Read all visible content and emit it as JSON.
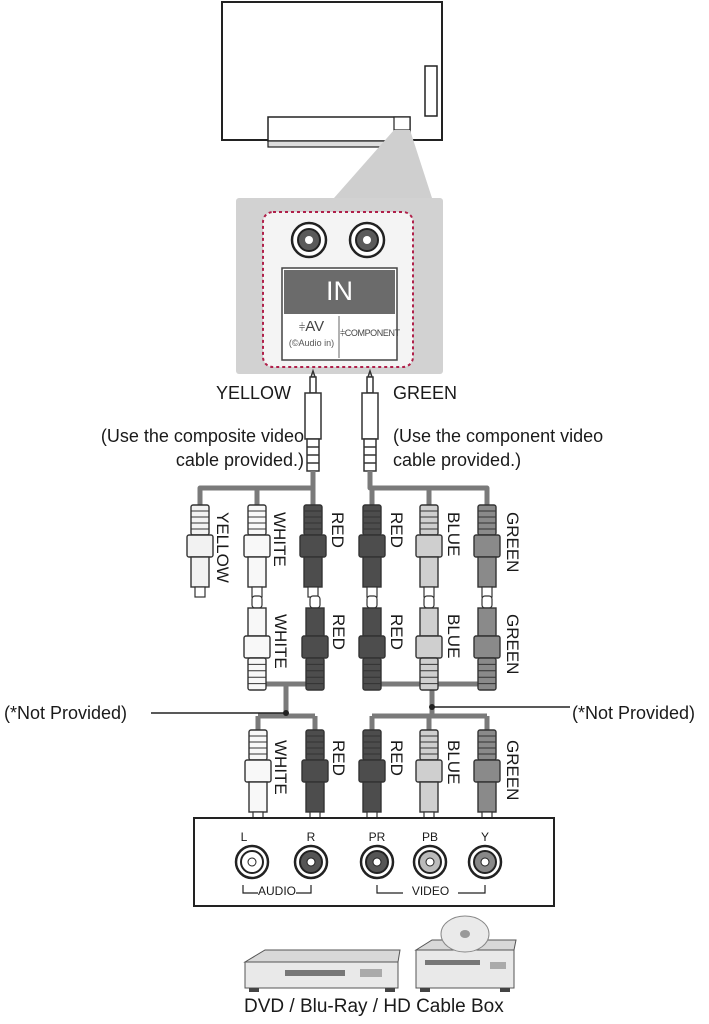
{
  "tv_panel": {
    "in_label": "IN",
    "av_label": "AV",
    "av_sub": "(©Audio in)",
    "component_label": "COMPONENT"
  },
  "cables": {
    "composite_plug": "YELLOW",
    "component_plug": "GREEN",
    "composite_note_1": "(Use the composite video",
    "composite_note_2": "cable provided.)",
    "component_note_1": "(Use the component video",
    "component_note_2": "cable provided.)"
  },
  "plug_colors": {
    "yellow": "YELLOW",
    "white": "WHITE",
    "red": "RED",
    "blue": "BLUE",
    "green": "GREEN"
  },
  "not_provided": "(*Not Provided)",
  "device_panel": {
    "jacks": [
      "L",
      "R",
      "PR",
      "PB",
      "Y"
    ],
    "audio_label": "AUDIO",
    "video_label": "VIDEO"
  },
  "devices_caption": "DVD / Blu-Ray / HD Cable Box"
}
